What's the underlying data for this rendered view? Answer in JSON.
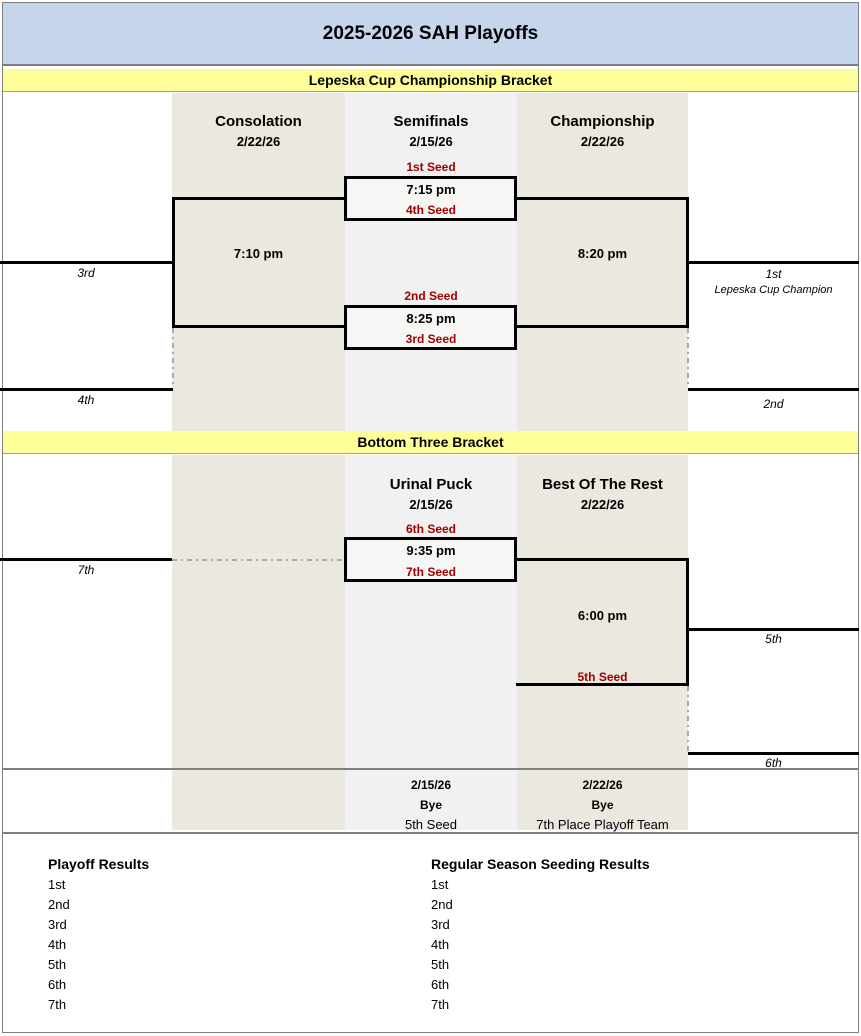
{
  "header": {
    "title": "2025-2026 SAH Playoffs"
  },
  "brackets": {
    "top": {
      "banner": "Lepeska Cup Championship Bracket",
      "rounds": [
        {
          "name": "Consolation",
          "date": "2/22/26"
        },
        {
          "name": "Semifinals",
          "date": "2/15/26"
        },
        {
          "name": "Championship",
          "date": "2/22/26"
        }
      ],
      "games": {
        "semifinal_1": {
          "top_seed": "1st Seed",
          "time": "7:15 pm",
          "bottom_seed": "4th Seed"
        },
        "semifinal_2": {
          "top_seed": "2nd Seed",
          "time": "8:25 pm",
          "bottom_seed": "3rd Seed"
        },
        "consolation": {
          "time": "7:10 pm"
        },
        "championship": {
          "time": "8:20 pm"
        }
      },
      "slots": {
        "third": "3rd",
        "fourth": "4th",
        "first": "1st",
        "first_sub": "Lepeska Cup Champion",
        "second": "2nd"
      }
    },
    "bottom": {
      "banner": "Bottom Three Bracket",
      "rounds": [
        {
          "name": "Urinal Puck",
          "date": "2/15/26"
        },
        {
          "name": "Best Of The Rest",
          "date": "2/22/26"
        }
      ],
      "games": {
        "urinal_puck": {
          "top_seed": "6th Seed",
          "time": "9:35 pm",
          "bottom_seed": "7th Seed"
        },
        "best_of_the_rest": {
          "time": "6:00 pm",
          "bottom_seed": "5th Seed"
        }
      },
      "slots": {
        "seventh": "7th",
        "fifth": "5th",
        "sixth": "6th"
      }
    }
  },
  "byes": [
    {
      "date": "2/15/26",
      "label": "Bye",
      "team": "5th Seed"
    },
    {
      "date": "2/22/26",
      "label": "Bye",
      "team": "7th Place Playoff Team"
    }
  ],
  "results": {
    "playoff": {
      "title": "Playoff Results",
      "places": [
        "1st",
        "2nd",
        "3rd",
        "4th",
        "5th",
        "6th",
        "7th"
      ]
    },
    "season": {
      "title": "Regular Season Seeding Results",
      "places": [
        "1st",
        "2nd",
        "3rd",
        "4th",
        "5th",
        "6th",
        "7th"
      ]
    }
  },
  "colors": {
    "title_bg": "#c5d6ec",
    "banner_bg": "#ffff99",
    "column_beige": "#ebe9df",
    "column_gray": "#f1f1f1",
    "seed_text": "#a00000"
  }
}
